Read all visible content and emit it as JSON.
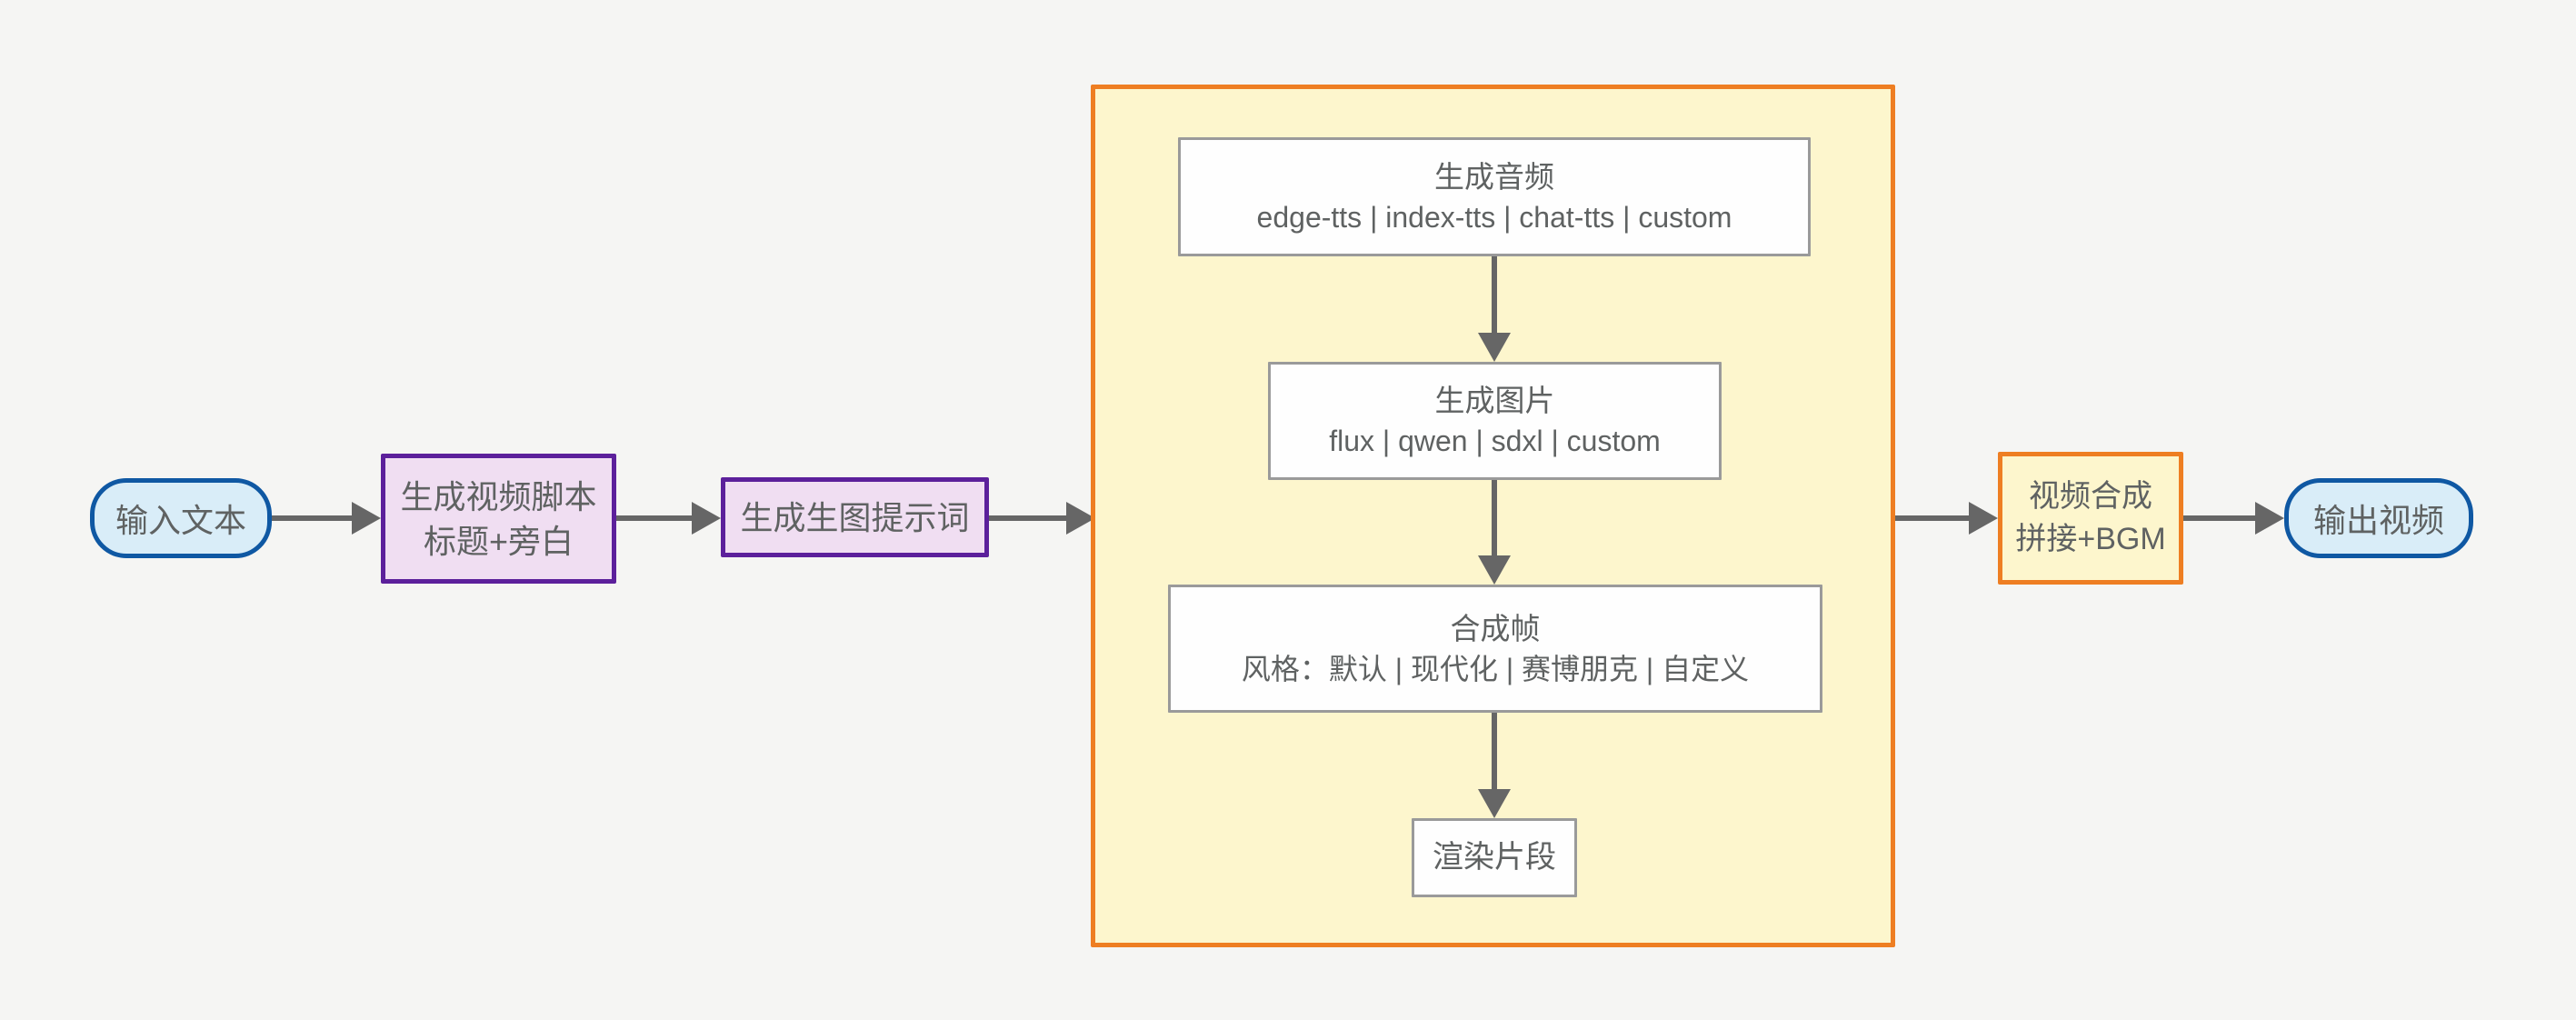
{
  "diagram": {
    "nodes": {
      "input": {
        "label": "输入文本"
      },
      "script": {
        "line1": "生成视频脚本",
        "line2": "标题+旁白"
      },
      "prompt": {
        "label": "生成生图提示词"
      },
      "audio": {
        "title": "生成音频",
        "options": "edge-tts | index-tts | chat-tts | custom"
      },
      "image": {
        "title": "生成图片",
        "options": "flux | qwen | sdxl | custom"
      },
      "frame": {
        "title": "合成帧",
        "options": "风格：默认 | 现代化 | 赛博朋克 | 自定义"
      },
      "render": {
        "label": "渲染片段"
      },
      "compose": {
        "line1": "视频合成",
        "line2": "拼接+BGM"
      },
      "output": {
        "label": "输出视频"
      }
    },
    "colors": {
      "background": "#f5f5f3",
      "terminal_fill": "#d9edf8",
      "terminal_border": "#0f58a3",
      "process_fill": "#f0def2",
      "process_border": "#5c209b",
      "group_fill": "#fdf6cd",
      "group_border": "#ee7e22",
      "substep_fill": "#fefefe",
      "substep_border": "#9a9a9a",
      "arrow": "#666666",
      "text": "#5f6262"
    }
  }
}
